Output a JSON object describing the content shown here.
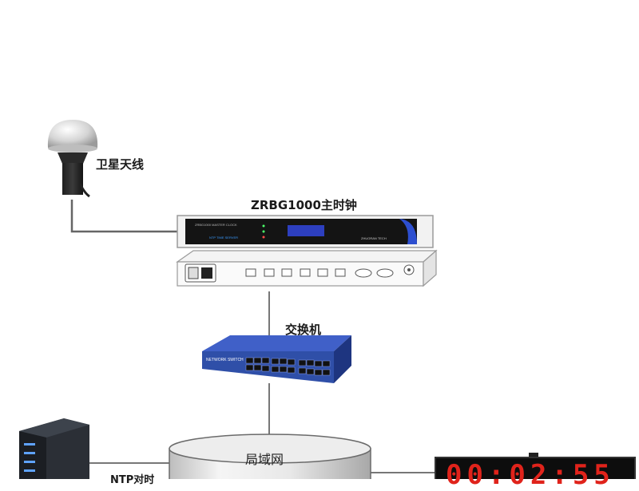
{
  "labels": {
    "antenna": "卫星天线",
    "master_clock": "ZRBG1000主时钟",
    "switch": "交换机",
    "lan": "局域网",
    "ntp": "NTP对时"
  },
  "clock_display": "00:02:55",
  "colors": {
    "cable": "#555555",
    "switch_blue": "#2f4fa8",
    "clock_red": "#e0231b",
    "panel_blue": "#2d3fbf",
    "display_black": "#111111"
  }
}
